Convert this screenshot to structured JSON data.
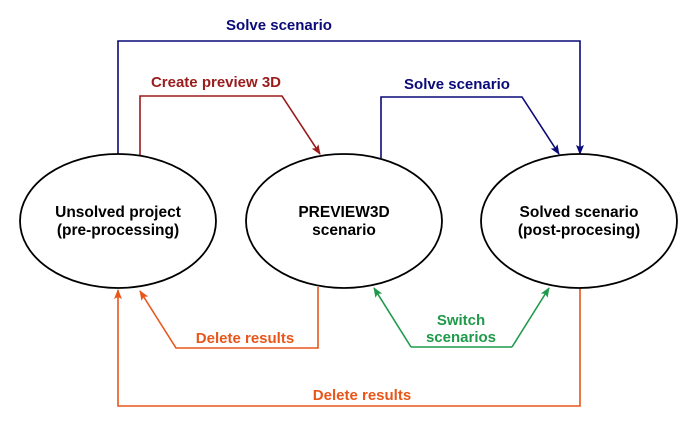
{
  "colors": {
    "solve": "#0a0a78",
    "preview": "#9b1c1c",
    "delete": "#e8561a",
    "switch": "#1f9a4a",
    "node_stroke": "#000000"
  },
  "nodes": [
    {
      "id": "unsolved",
      "line1": "Unsolved project",
      "line2": "(pre-processing)"
    },
    {
      "id": "preview3d",
      "line1": "PREVIEW3D",
      "line2": "scenario"
    },
    {
      "id": "solved",
      "line1": "Solved scenario",
      "line2": "(post-procesing)"
    }
  ],
  "edges": {
    "solve_top": {
      "label": "Solve scenario",
      "from": "unsolved",
      "to": "solved"
    },
    "create_preview": {
      "label": "Create preview 3D",
      "from": "unsolved",
      "to": "preview3d"
    },
    "solve_preview": {
      "label": "Solve scenario",
      "from": "preview3d",
      "to": "solved"
    },
    "delete_preview": {
      "label": "Delete results",
      "from": "preview3d",
      "to": "unsolved"
    },
    "delete_solved": {
      "label": "Delete results",
      "from": "solved",
      "to": "unsolved"
    },
    "switch": {
      "line1": "Switch",
      "line2": "scenarios",
      "between": [
        "preview3d",
        "solved"
      ]
    }
  }
}
